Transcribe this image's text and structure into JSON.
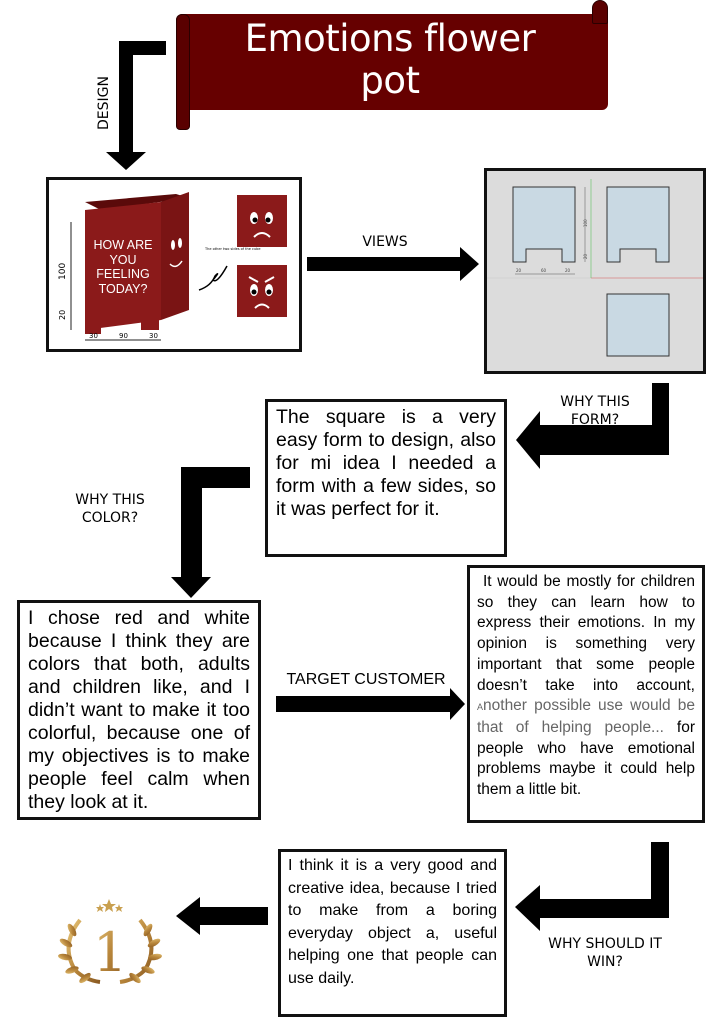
{
  "banner": {
    "title_line1": "Emotions flower",
    "title_line2": "pot",
    "color": "#660000"
  },
  "arrows": {
    "design": "DESIGN",
    "views": "VIEWS",
    "why_form": {
      "line1": "WHY THIS",
      "line2": "FORM?"
    },
    "why_color": {
      "line1": "WHY THIS",
      "line2": "COLOR?"
    },
    "target_customer": "TARGET CUSTOMER",
    "why_win": {
      "line1": "WHY SHOULD IT",
      "line2": "WIN?"
    }
  },
  "design_image": {
    "box_text": [
      "HOW ARE",
      "YOU",
      "FEELING",
      "TODAY?"
    ],
    "dim_height": "100",
    "dim_leg": "20",
    "dim_width": [
      "30",
      "90",
      "30"
    ],
    "note": "The other two sides of the cube",
    "cube_color": "#8b1a1a"
  },
  "views_image": {
    "dim_height": "100",
    "dim_leg": "20",
    "dim_width": [
      "20",
      "60",
      "20"
    ],
    "fill_color": "#c9d9e3",
    "bg_color": "#dcdcdc"
  },
  "texts": {
    "form": "The square is a very easy form to design, also for mi idea I needed a form with a few sides, so it was perfect for it.",
    "color": "I chose red and white because I think they are colors that both, adults and children like, and I didn’t want to make it too colorful, because one of my objectives is to make people feel calm when they look at it.",
    "customer_part1": "It would be mostly for children so they can learn how to express their emotions. In my opinion is something very important that some people doesn’t take into account, ",
    "customer_part2_small": "A",
    "customer_part2": "nother possible use would be that of helping people...",
    "customer_part3": " for people who have emotional problems maybe it could help them a little bit.",
    "win": "I think it is a very good and creative idea, because I tried to make from a boring everyday object a, useful helping one that people can use daily."
  },
  "award": {
    "number": "1",
    "stars": 3,
    "color": "#c9a050"
  }
}
